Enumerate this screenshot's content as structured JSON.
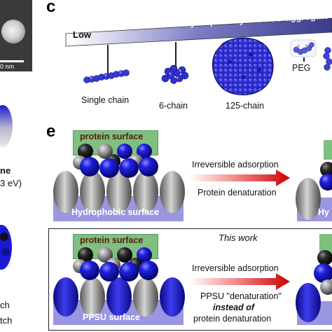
{
  "panel_c": {
    "letter": "c",
    "bar_low": "Low",
    "bar_title": "Surface hydrophilicity of PPSU aggregate",
    "aggregates": [
      {
        "label": "Single chain"
      },
      {
        "label": "6-chain"
      },
      {
        "label": "125-chain"
      },
      {
        "label": "PEG"
      }
    ]
  },
  "panel_e": {
    "letter": "e",
    "top": {
      "protein_label": "protein surface",
      "surface_label": "Hydrophobic surface",
      "arrow_line1": "Irreversible adsorption",
      "arrow_line2": "Protein denaturation",
      "right_partial_label": "Hy"
    },
    "bottom": {
      "title": "This work",
      "protein_label": "protein surface",
      "surface_label": "PPSU surface",
      "arrow_line1": "Irreversible adsorption",
      "arrow_line2": "PPSU \"denaturation\"",
      "arrow_line3": "instead of",
      "arrow_line4": "protein denaturation"
    }
  },
  "left_fragments": {
    "scale_label": "0 nm",
    "ne_text": "ne",
    "ev_text": "3 eV)",
    "tch1": "ch",
    "tch2": "tch"
  },
  "colors": {
    "bar_start": "#ffffff",
    "bar_end": "#3a3c8c",
    "protein_green": "#7fbf7f",
    "surface_lavender": "#9a96e0",
    "sphere_blue": "#1a1ad6",
    "red_arrow": "#cc0000"
  }
}
